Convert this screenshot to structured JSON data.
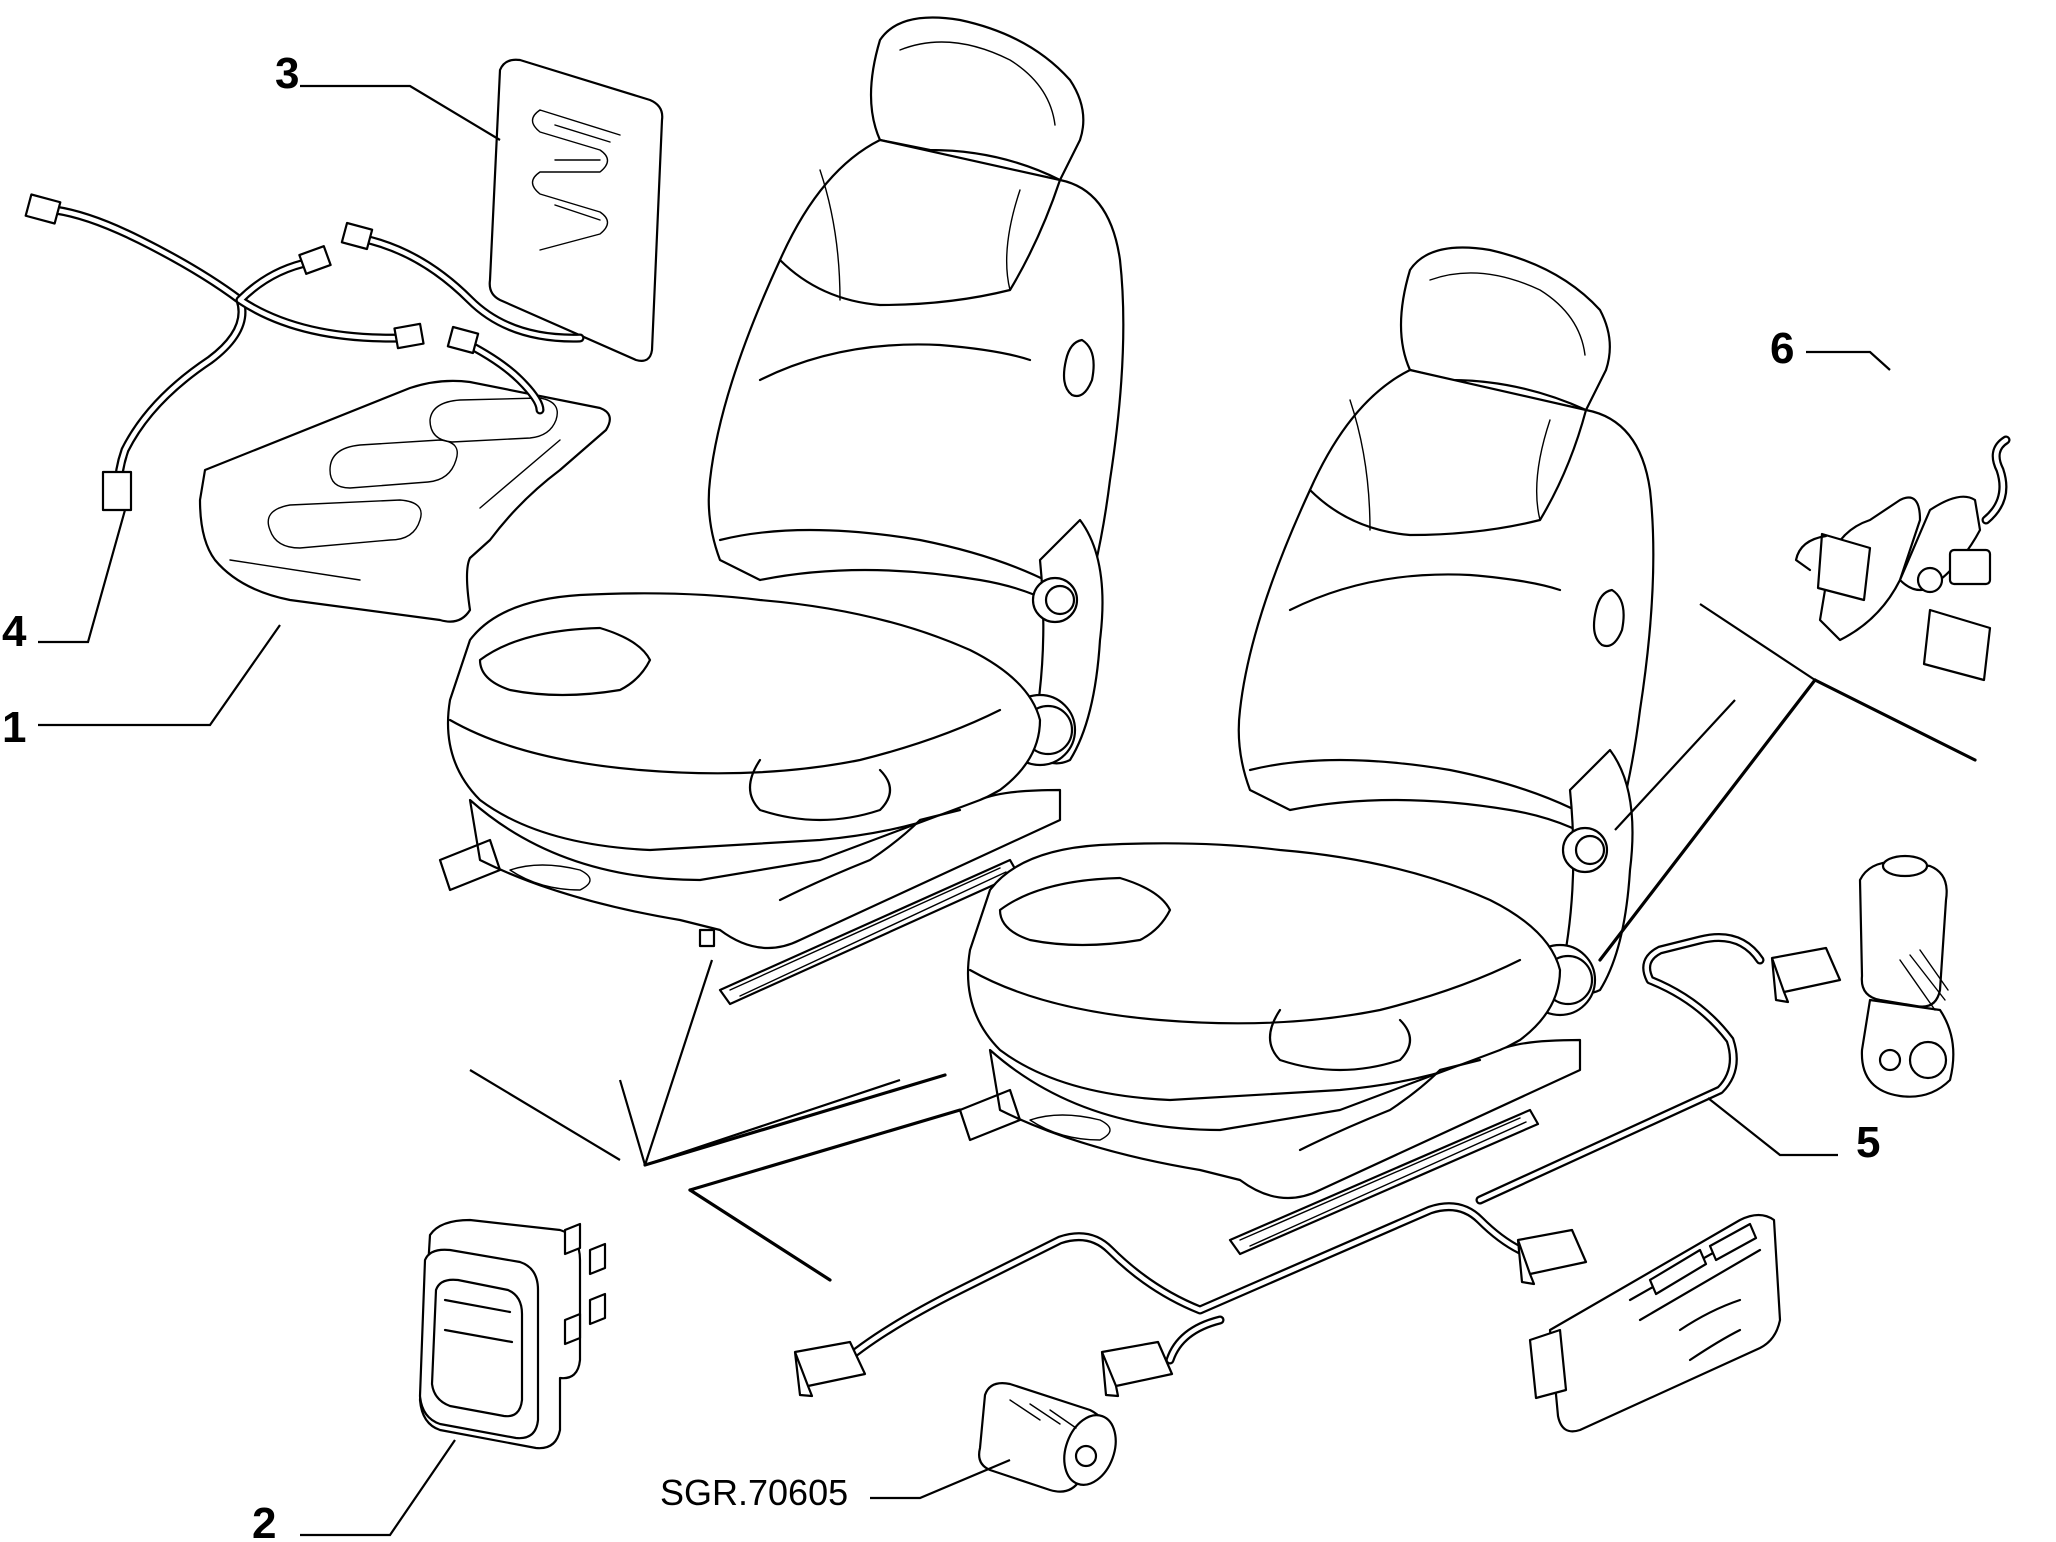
{
  "diagram": {
    "callouts": [
      {
        "id": "1",
        "label": "1"
      },
      {
        "id": "2",
        "label": "2"
      },
      {
        "id": "3",
        "label": "3"
      },
      {
        "id": "4",
        "label": "4"
      },
      {
        "id": "5",
        "label": "5"
      },
      {
        "id": "6",
        "label": "6"
      }
    ],
    "reference_code": "SGR.70605"
  }
}
